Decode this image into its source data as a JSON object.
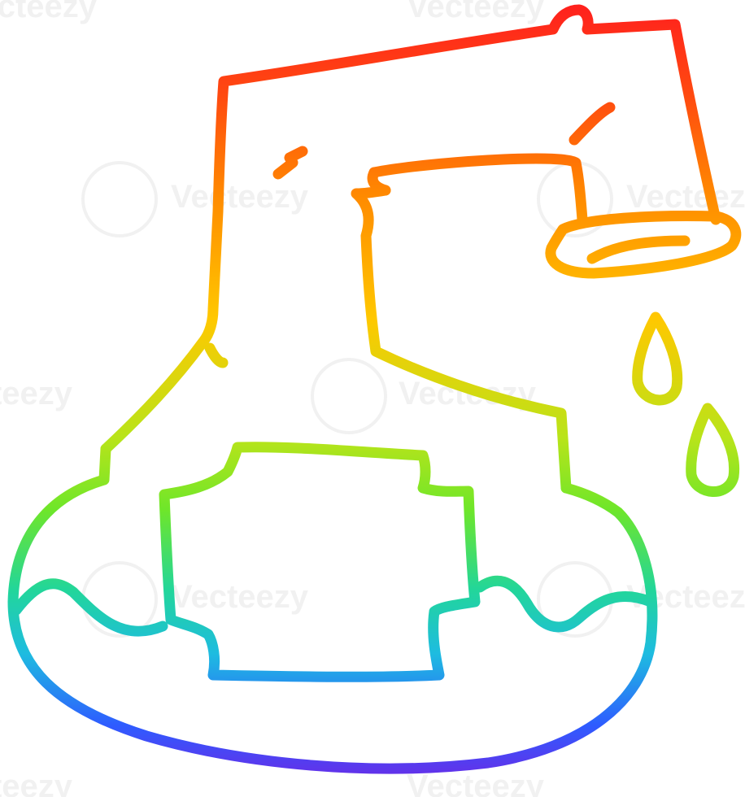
{
  "artwork": {
    "subject": "cartoon dripping faucet filling a sink",
    "style": "rainbow gradient line art",
    "gradient_colors": [
      "#ff1e1e",
      "#ff8c00",
      "#ffc800",
      "#7ee51e",
      "#1ec8c8",
      "#3c3cff",
      "#7a1ee0"
    ]
  },
  "watermarks": [
    {
      "text": "Vecteezy"
    },
    {
      "text": "Vecteezy"
    },
    {
      "text": "Vecteezy"
    },
    {
      "text": "Vecteezy"
    },
    {
      "text": "Vecteezy"
    },
    {
      "text": "Vecteezy"
    },
    {
      "text": "Vecteezy"
    },
    {
      "text": "Vecteezy"
    },
    {
      "text": "Vecteezy"
    },
    {
      "text": "Vecteezy"
    }
  ]
}
